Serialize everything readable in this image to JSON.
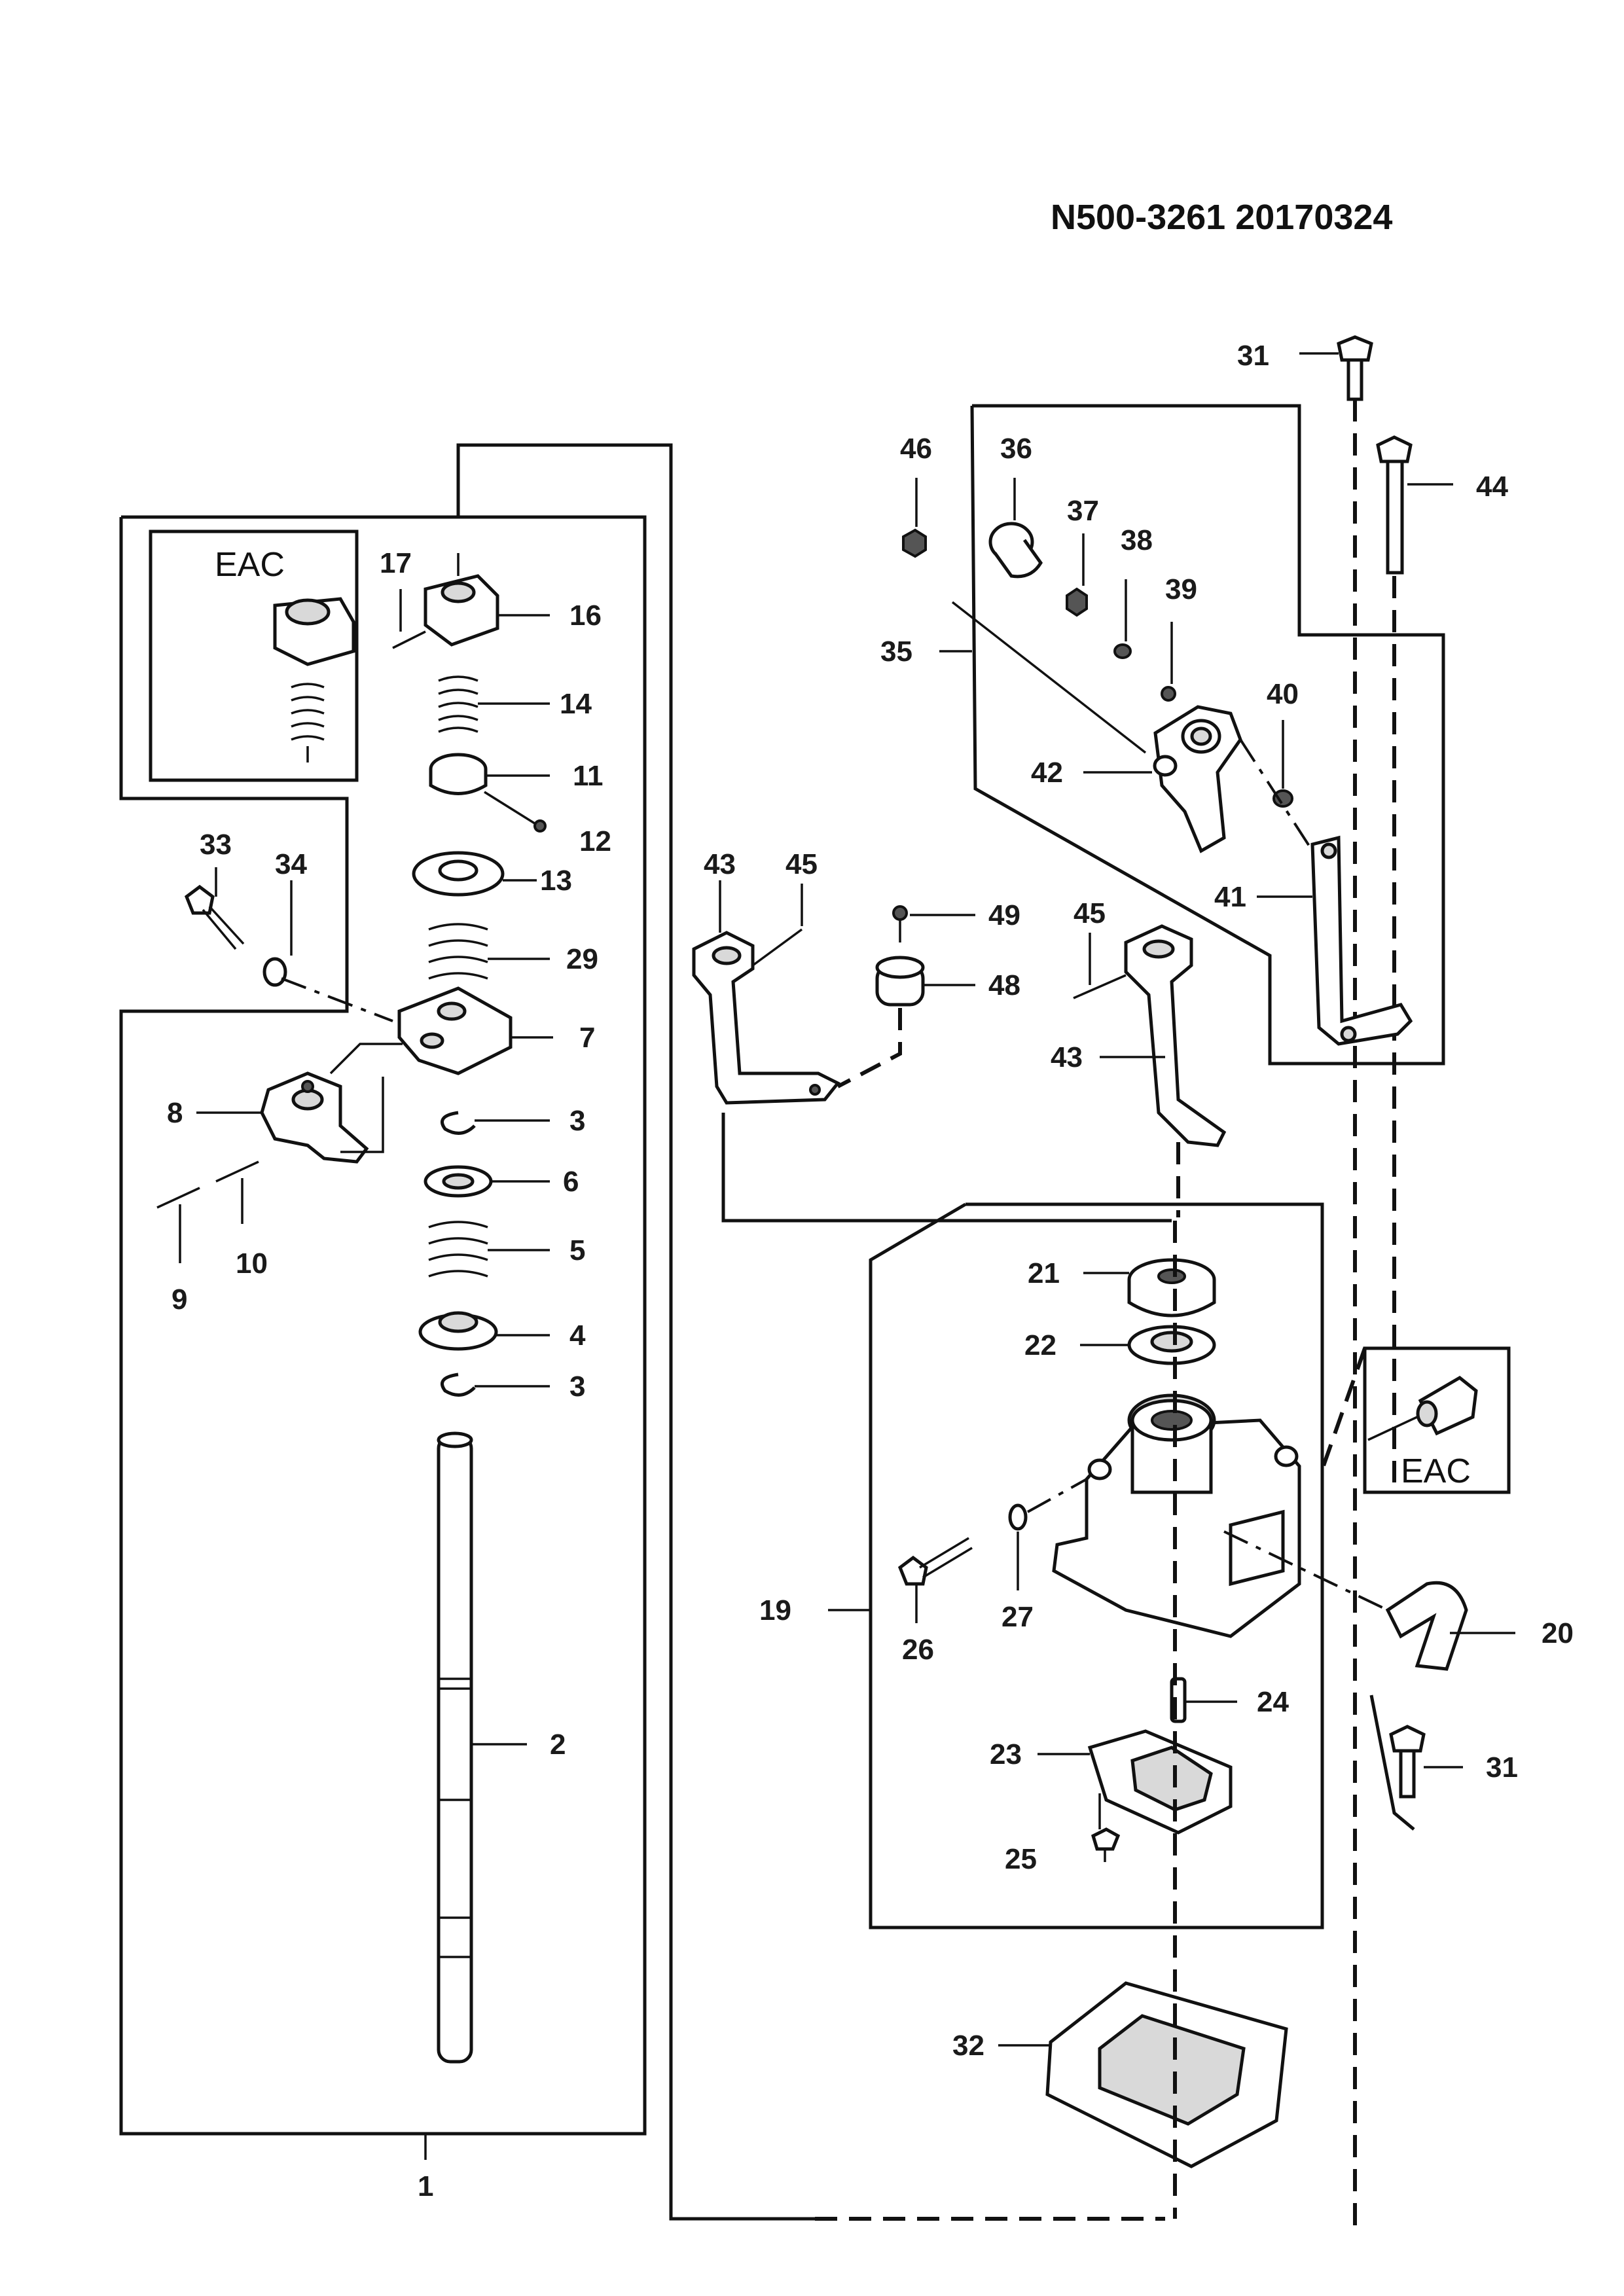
{
  "header": {
    "doc_code": "N500-3261  20170324"
  },
  "eac_labels": {
    "left": "EAC",
    "right": "EAC"
  },
  "callouts": {
    "c1": "1",
    "c2": "2",
    "c3a": "3",
    "c3b": "3",
    "c4": "4",
    "c5": "5",
    "c6": "6",
    "c7": "7",
    "c8": "8",
    "c9": "9",
    "c10": "10",
    "c11": "11",
    "c12": "12",
    "c13": "13",
    "c14": "14",
    "c16": "16",
    "c17": "17",
    "c19": "19",
    "c20": "20",
    "c21": "21",
    "c22": "22",
    "c23": "23",
    "c24": "24",
    "c25": "25",
    "c26": "26",
    "c27": "27",
    "c29": "29",
    "c31a": "31",
    "c31b": "31",
    "c32": "32",
    "c33": "33",
    "c34": "34",
    "c35": "35",
    "c36": "36",
    "c37": "37",
    "c38": "38",
    "c39": "39",
    "c40": "40",
    "c41": "41",
    "c42": "42",
    "c43a": "43",
    "c43b": "43",
    "c44": "44",
    "c45a": "45",
    "c45b": "45",
    "c46": "46",
    "c48": "48",
    "c49": "49"
  }
}
